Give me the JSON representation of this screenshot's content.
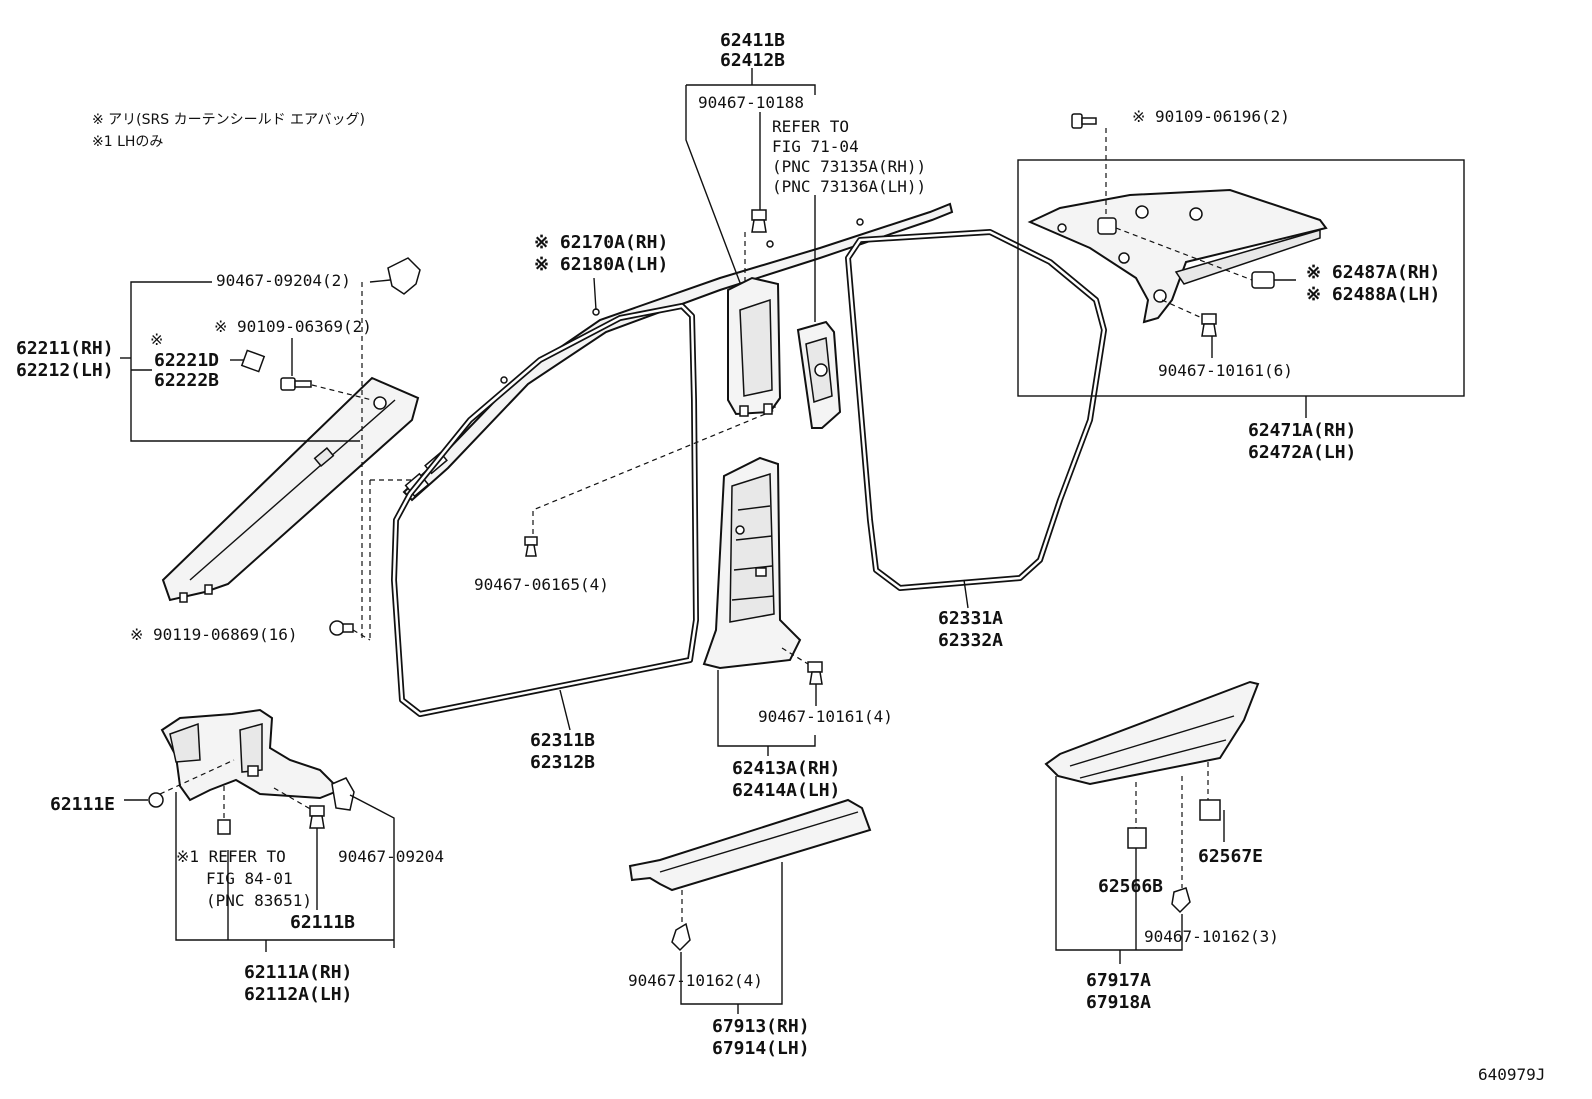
{
  "notes": {
    "line1": "※  アリ(SRS カーテンシールド エアバッグ)",
    "line2": "※1 LHのみ"
  },
  "labels": {
    "l62411B": "62411B",
    "l62412B": "62412B",
    "l90467_10188": "90467-10188",
    "refer71_1": "REFER TO",
    "refer71_2": "FIG 71-04",
    "refer71_3": "(PNC 73135A(RH))",
    "refer71_4": "(PNC 73136A(LH))",
    "l90109_06196": "※ 90109-06196(2)",
    "l62170A": "※ 62170A(RH)",
    "l62180A": "※ 62180A(LH)",
    "l90467_09204_2": "90467-09204(2)",
    "l90109_06369": "※ 90109-06369(2)",
    "lnote_mark": "※",
    "l62211": "62211(RH)",
    "l62212": "62212(LH)",
    "l62221D": "62221D",
    "l62222B": "62222B",
    "l62487A": "※ 62487A(RH)",
    "l62488A": "※ 62488A(LH)",
    "l90467_10161_6": "90467-10161(6)",
    "l62471A": "62471A(RH)",
    "l62472A": "62472A(LH)",
    "l90467_06165": "90467-06165(4)",
    "l90119_06869": "※ 90119-06869(16)",
    "l62331A": "62331A",
    "l62332A": "62332A",
    "l62311B": "62311B",
    "l62312B": "62312B",
    "l90467_10161_4": "90467-10161(4)",
    "l62413A": "62413A(RH)",
    "l62414A": "62414A(LH)",
    "l62111E": "62111E",
    "l90467_09204": "90467-09204",
    "refer84_1": "※1 REFER TO",
    "refer84_2": "FIG 84-01",
    "refer84_3": "(PNC 83651)",
    "l62111B": "62111B",
    "l62111A": "62111A(RH)",
    "l62112A": "62112A(LH)",
    "l62567E": "62567E",
    "l62566B": "62566B",
    "l90467_10162_3": "90467-10162(3)",
    "l90467_10162_4": "90467-10162(4)",
    "l67917A": "67917A",
    "l67918A": "67918A",
    "l67913": "67913(RH)",
    "l67914": "67914(LH)",
    "figure_id": "640979J"
  }
}
